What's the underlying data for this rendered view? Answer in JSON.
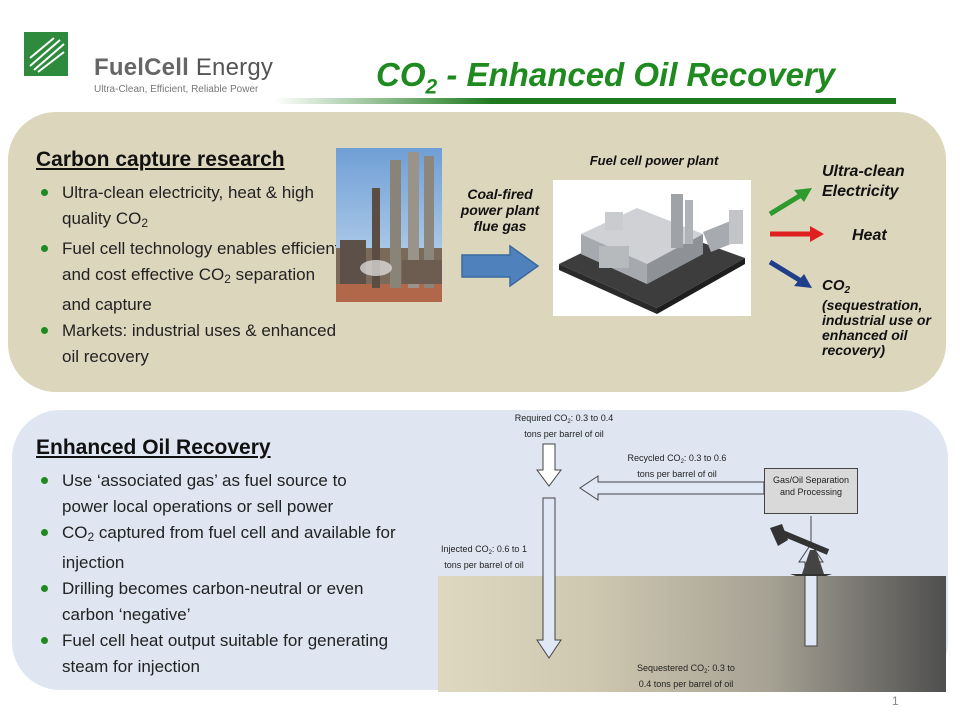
{
  "header": {
    "company_bold": "FuelCell",
    "company_rest": " Energy",
    "tagline": "Ultra-Clean, Efficient, Reliable Power",
    "title_prefix": "CO",
    "title_sub": "2",
    "title_suffix": " - Enhanced Oil Recovery"
  },
  "colors": {
    "title_green": "#1f8a1f",
    "bullet_green": "#1f8a1f",
    "top_panel": "#dcd6bd",
    "bottom_panel": "#dfe6f2",
    "arrow_blue": "#4f81bd"
  },
  "carbon_section": {
    "heading": "Carbon capture research",
    "bullets": [
      {
        "pre": "Ultra-clean electricity, heat & high quality CO",
        "sub": "2",
        "post": ""
      },
      {
        "pre": "Fuel cell technology enables efficient and cost effective  CO",
        "sub": "2",
        "post": " separation and capture"
      },
      {
        "pre": "Markets: industrial uses & enhanced oil recovery",
        "sub": "",
        "post": ""
      }
    ]
  },
  "top_diagram": {
    "input_label": "Coal-fired power plant flue gas",
    "plant_label": "Fuel cell power plant",
    "output_electricity": "Ultra-clean Electricity",
    "output_heat": "Heat",
    "output_co2_prefix": "CO",
    "output_co2_sub": "2",
    "output_co2_detail": "(sequestration, industrial use or enhanced oil recovery)"
  },
  "eor_section": {
    "heading": "Enhanced Oil Recovery",
    "bullets": [
      {
        "pre": "Use ‘associated gas’ as fuel source to power local operations or sell power",
        "sub": "",
        "post": ""
      },
      {
        "pre": "CO",
        "sub": "2",
        "post": " captured from fuel cell and available for injection"
      },
      {
        "pre": "Drilling becomes carbon-neutral  or even carbon ‘negative’",
        "sub": "",
        "post": ""
      },
      {
        "pre": "Fuel cell heat output suitable for generating steam for injection",
        "sub": "",
        "post": ""
      }
    ]
  },
  "flow_diagram": {
    "required_line1_pre": "Required CO",
    "required_line1_sub": "2",
    "required_line1_post": ": 0.3 to 0.4",
    "required_line2": "tons per barrel of oil",
    "recycled_line1_pre": "Recycled CO",
    "recycled_line1_sub": "2",
    "recycled_line1_post": ": 0.3 to 0.6",
    "recycled_line2": "tons per barrel of oil",
    "injected_line1_pre": "Injected CO",
    "injected_line1_sub": "2",
    "injected_line1_post": ": 0.6 to 1",
    "injected_line2": "tons per barrel of oil",
    "sequestered_line1_pre": "Sequestered CO",
    "sequestered_line1_sub": "2",
    "sequestered_line1_post": ": 0.3 to",
    "sequestered_line2": "0.4  tons per barrel of oil",
    "separation_box": "Gas/Oil Separation and Processing"
  },
  "page_number": "1"
}
